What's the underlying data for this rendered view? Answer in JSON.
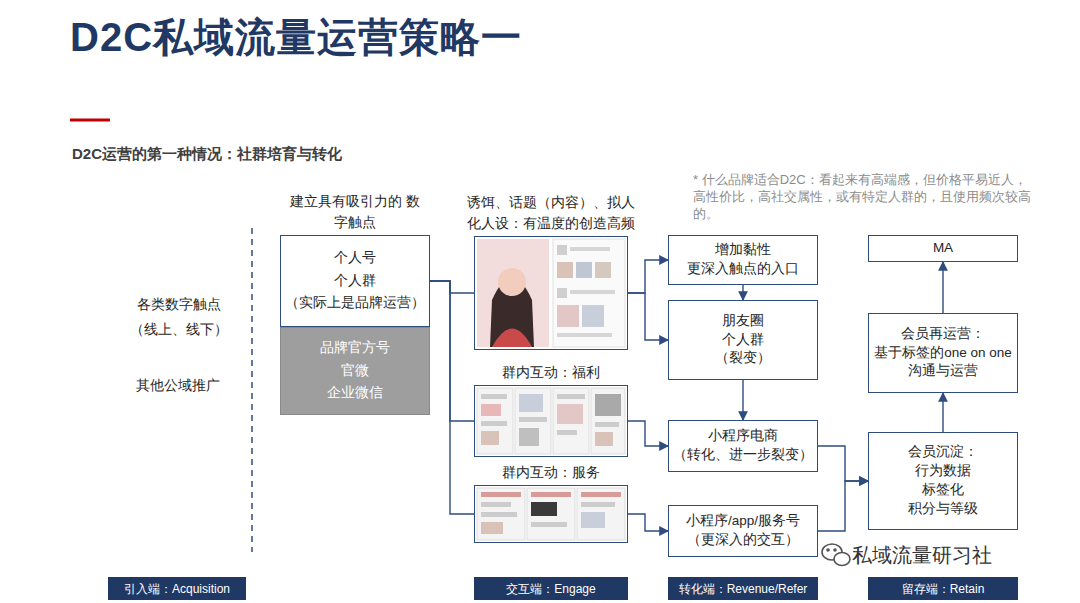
{
  "diagram": {
    "title": "D2C私域流量运营策略一",
    "nodes": [
      {
        "text": [
          "建立具有吸引力的 数字触点",
          "个人号",
          "个人群",
          "（实际上是品牌运营）"
        ]
      },
      {
        "text": [
          "品牌官方号",
          "官微",
          "企业微信"
        ]
      },
      {
        "text": [
          "诱饵、话题（内容）、拟人化人设：有温度的创造高频"
        ]
      },
      {
        "text": [
          "群内互动：福利"
        ]
      },
      {
        "text": [
          "群内互动：服务"
        ]
      },
      {
        "text": [
          "增加黏性",
          "更深入触点的入口"
        ]
      },
      {
        "text": [
          "朋友圈",
          "个人群",
          "（裂变）"
        ]
      },
      {
        "text": [
          "小程序电商",
          "（转化、进一步裂变）"
        ]
      },
      {
        "text": [
          "小程序/app/服务号",
          "（更深入的交互）"
        ]
      },
      {
        "text": [
          "MA"
        ]
      },
      {
        "text": [
          "会员再运营：",
          "基于标签的one on one",
          "沟通与运营"
        ]
      },
      {
        "text": [
          "会员沉淀：",
          "行为数据",
          "标签化",
          "积分与等级"
        ]
      },
      {
        "text": [
          "引入端：Acquisition"
        ]
      },
      {
        "text": [
          "交互端：Engage"
        ]
      },
      {
        "text": [
          "转化端：Revenue/Refer"
        ]
      },
      {
        "text": [
          "留存端：Retain"
        ]
      }
    ],
    "edges": [
      {
        "from": 0,
        "to": 2,
        "arrow": "none"
      },
      {
        "from": 0,
        "to": 3,
        "arrow": "none"
      },
      {
        "from": 0,
        "to": 4,
        "arrow": "none"
      },
      {
        "from": 2,
        "to": 5,
        "arrow": "to"
      },
      {
        "from": 2,
        "to": 6,
        "arrow": "to"
      },
      {
        "from": 3,
        "to": 7,
        "arrow": "to"
      },
      {
        "from": 4,
        "to": 8,
        "arrow": "to"
      },
      {
        "from": 5,
        "to": 6,
        "arrow": "to"
      },
      {
        "from": 6,
        "to": 7,
        "arrow": "to"
      },
      {
        "from": 7,
        "to": 11,
        "arrow": "to"
      },
      {
        "from": 8,
        "to": 11,
        "arrow": "to"
      },
      {
        "from": 11,
        "to": 10,
        "arrow": "to"
      },
      {
        "from": 10,
        "to": 9,
        "arrow": "to"
      }
    ],
    "labels": [
      "D2C运营的第一种情况：社群培育与转化",
      "各类数字触点 （线上、线下）",
      "其他公域推广",
      "* 什么品牌适合D2C：看起来有高端感，但价格平易近人，高性价比，高社交属性，或有特定人群的，且使用频次较高的。",
      "私域流量研习社"
    ]
  }
}
